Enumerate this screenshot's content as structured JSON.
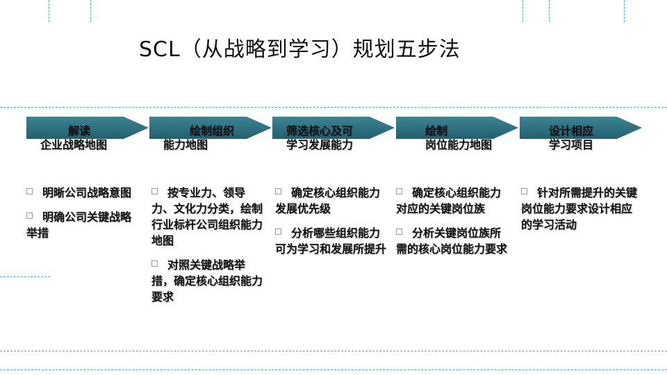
{
  "title": "SCL（从战略到学习）规划五步法",
  "colors": {
    "arrow": "#2b6f80",
    "arrow_light": "#5a9fb0",
    "guide": "#4aa9c7"
  },
  "steps": [
    {
      "line1": "解读",
      "line2": "企业战略地图",
      "bullets": [
        "明晰公司战略意图",
        "明确公司关键战略举措"
      ]
    },
    {
      "line1": "绘制组织",
      "line2": "能力地图",
      "bullets": [
        "按专业力、领导力、文化力分类，绘制行业标杆公司组织能力地图",
        "对照关键战略举措，确定核心组织能力要求"
      ]
    },
    {
      "line1": "筛选核心及可",
      "line2": "学习发展能力",
      "bullets": [
        "确定核心组织能力发展优先级",
        "分析哪些组织能力可为学习和发展所提升"
      ]
    },
    {
      "line1": "绘制",
      "line2": "岗位能力地图",
      "bullets": [
        "确定核心组织能力对应的关键岗位族",
        "分析关键岗位族所需的核心岗位能力要求"
      ]
    },
    {
      "line1": "设计相应",
      "line2": "学习项目",
      "bullets": [
        "针对所需提升的关键岗位能力要求设计相应的学习活动"
      ]
    }
  ]
}
